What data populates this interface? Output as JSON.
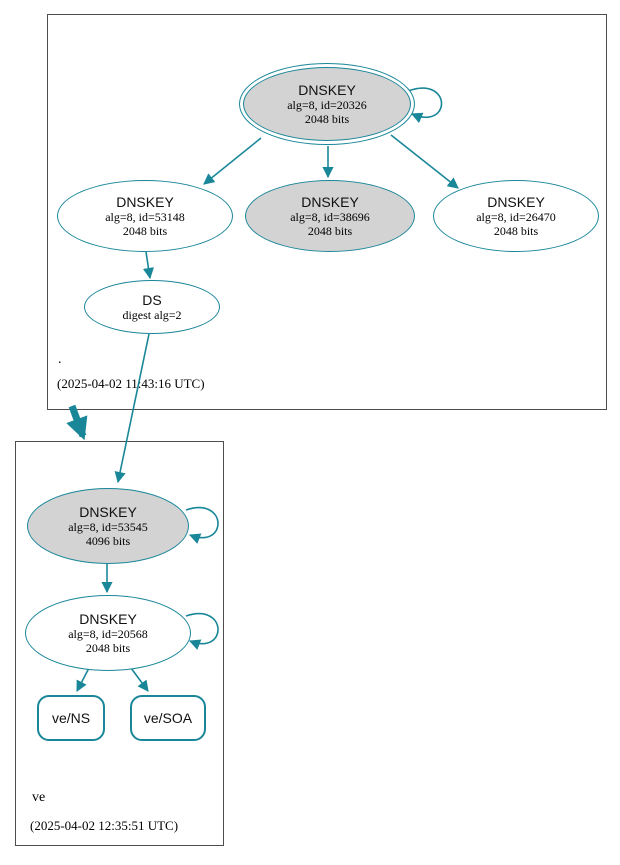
{
  "colors": {
    "edge_teal": "#1a8799",
    "node_fill_gray": "#d3d3d3",
    "box_border": "#4d4d4d"
  },
  "zones": {
    "root": {
      "label": ".",
      "timestamp": "(2025-04-02 11:43:16 UTC)"
    },
    "ve": {
      "label": "ve",
      "timestamp": "(2025-04-02 12:35:51 UTC)"
    }
  },
  "nodes": {
    "dnskey_20326": {
      "title": "DNSKEY",
      "detail1": "alg=8, id=20326",
      "detail2": "2048 bits"
    },
    "dnskey_53148": {
      "title": "DNSKEY",
      "detail1": "alg=8, id=53148",
      "detail2": "2048 bits"
    },
    "dnskey_38696": {
      "title": "DNSKEY",
      "detail1": "alg=8, id=38696",
      "detail2": "2048 bits"
    },
    "dnskey_26470": {
      "title": "DNSKEY",
      "detail1": "alg=8, id=26470",
      "detail2": "2048 bits"
    },
    "ds_root": {
      "title": "DS",
      "detail1": "digest alg=2"
    },
    "dnskey_53545": {
      "title": "DNSKEY",
      "detail1": "alg=8, id=53545",
      "detail2": "4096 bits"
    },
    "dnskey_20568": {
      "title": "DNSKEY",
      "detail1": "alg=8, id=20568",
      "detail2": "2048 bits"
    }
  },
  "records": {
    "ns": {
      "label": "ve/NS"
    },
    "soa": {
      "label": "ve/SOA"
    }
  },
  "edges": [
    {
      "from": "dnskey_20326",
      "to": "dnskey_20326",
      "type": "self-sign"
    },
    {
      "from": "dnskey_20326",
      "to": "dnskey_53148",
      "type": "sign"
    },
    {
      "from": "dnskey_20326",
      "to": "dnskey_38696",
      "type": "sign"
    },
    {
      "from": "dnskey_20326",
      "to": "dnskey_26470",
      "type": "sign"
    },
    {
      "from": "dnskey_53148",
      "to": "ds_root",
      "type": "sign"
    },
    {
      "from": "ds_root",
      "to": "dnskey_53545",
      "type": "delegation-ds"
    },
    {
      "from": "zone_root",
      "to": "zone_ve",
      "type": "delegation"
    },
    {
      "from": "dnskey_53545",
      "to": "dnskey_53545",
      "type": "self-sign"
    },
    {
      "from": "dnskey_53545",
      "to": "dnskey_20568",
      "type": "sign"
    },
    {
      "from": "dnskey_20568",
      "to": "dnskey_20568",
      "type": "self-sign"
    },
    {
      "from": "dnskey_20568",
      "to": "ve_ns",
      "type": "sign"
    },
    {
      "from": "dnskey_20568",
      "to": "ve_soa",
      "type": "sign"
    }
  ]
}
